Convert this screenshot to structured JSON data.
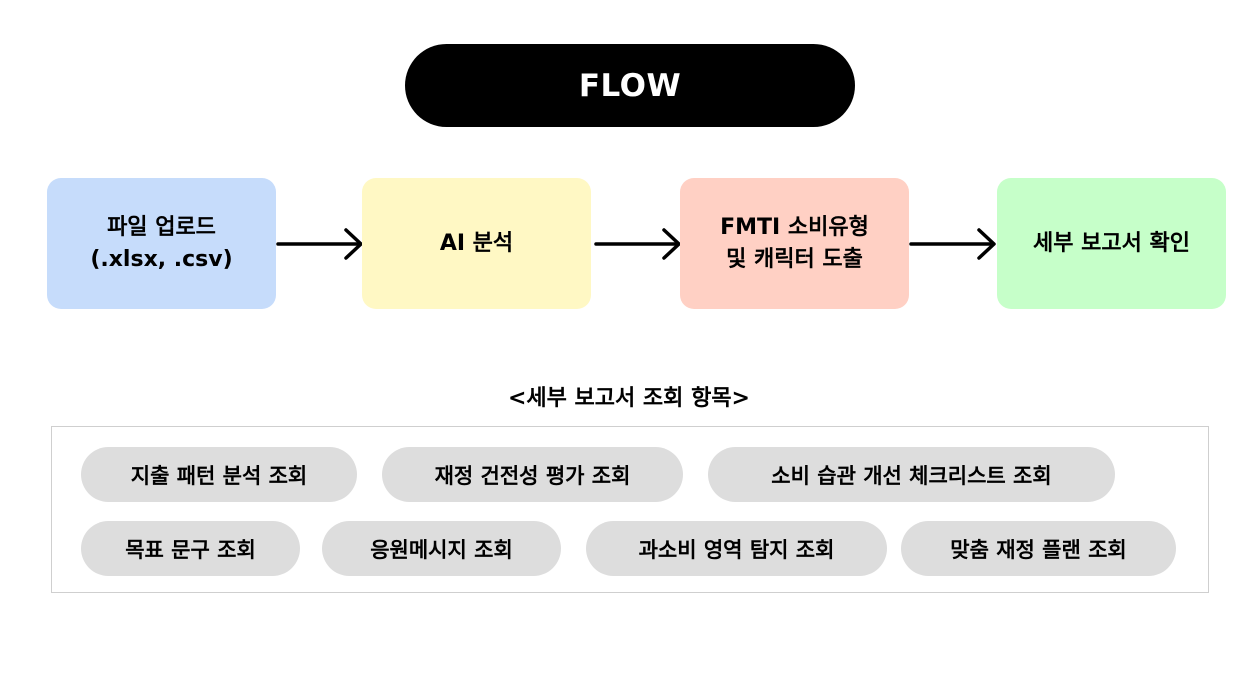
{
  "header": {
    "title": "FLOW"
  },
  "steps": [
    {
      "lines": [
        "파일 업로드",
        "(.xlsx, .csv)"
      ],
      "color": "#c6dcfb"
    },
    {
      "lines": [
        "AI 분석"
      ],
      "color": "#fff8c4"
    },
    {
      "lines": [
        "FMTI 소비유형",
        "및 캐릭터 도출"
      ],
      "color": "#ffd0c4"
    },
    {
      "lines": [
        "세부 보고서 확인"
      ],
      "color": "#c6ffc9"
    }
  ],
  "report_section": {
    "title": "<세부 보고서 조회 항목>",
    "items": [
      "지출 패턴 분석 조회",
      "재정 건전성 평가 조회",
      "소비 습관 개선 체크리스트 조회",
      "목표 문구 조회",
      "응원메시지 조회",
      "과소비 영역 탐지 조회",
      "맞춤 재정 플랜 조회"
    ],
    "chip_color": "#dddddd"
  }
}
